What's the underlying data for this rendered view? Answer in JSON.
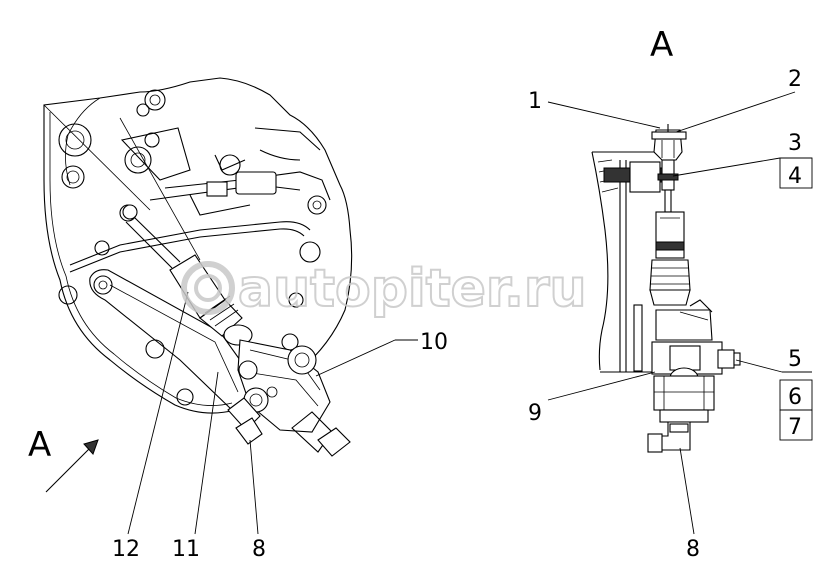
{
  "view_labels": {
    "left_arrow": "A",
    "right_view": "A"
  },
  "callouts": {
    "c1": "1",
    "c2": "2",
    "c3": "3",
    "c4": "4",
    "c5": "5",
    "c6": "6",
    "c7": "7",
    "c8_left": "8",
    "c8_right": "8",
    "c9": "9",
    "c10": "10",
    "c11": "11",
    "c12": "12"
  },
  "watermark": "autopiter.ru",
  "colors": {
    "line": "#000000",
    "background": "#ffffff",
    "watermark": "#c8c8c8"
  }
}
